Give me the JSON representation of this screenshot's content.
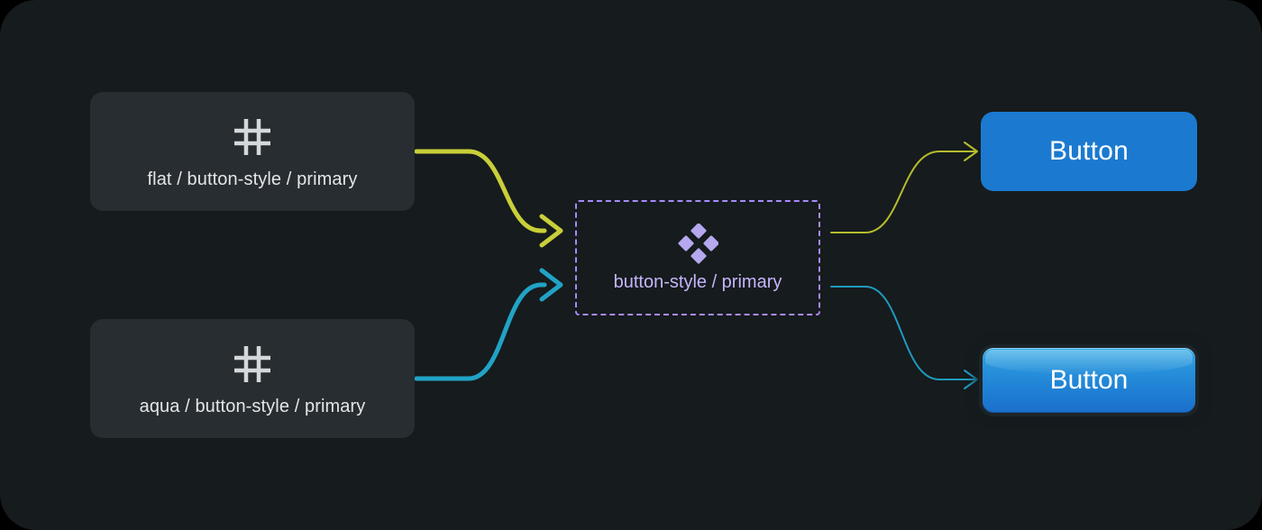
{
  "page": {
    "background": "#161b1d",
    "title": "button-style token flow diagram"
  },
  "source_cards": [
    {
      "id": "flat",
      "icon": "hash-icon",
      "label": "flat / button-style / primary",
      "background": "#282d31",
      "label_color": "#e3e6e8"
    },
    {
      "id": "aqua",
      "icon": "hash-icon",
      "label": "aqua / button-style / primary",
      "background": "#282d31",
      "label_color": "#e3e6e8"
    }
  ],
  "center_node": {
    "icon": "diamond-cluster-icon",
    "label": "button-style / primary",
    "border_color": "#a78bfa",
    "border_style": "dashed",
    "label_color": "#c4b5fd",
    "icon_color": "#b5a8ef"
  },
  "results": [
    {
      "id": "flat-button",
      "label": "Button",
      "style": "flat",
      "fill": "#1b7ad0",
      "text_color": "#ffffff"
    },
    {
      "id": "aqua-button",
      "label": "Button",
      "style": "aqua",
      "fill_top": "#35ade6",
      "fill_bottom": "#1a6fcb",
      "text_color": "#ffffff"
    }
  ],
  "edges": [
    {
      "id": "flat-to-style",
      "from": "flat-card",
      "to": "center-node",
      "color": "#c9cf38",
      "width": 5,
      "arrow": true
    },
    {
      "id": "aqua-to-style",
      "from": "aqua-card",
      "to": "center-node",
      "color": "#21a3c6",
      "width": 5,
      "arrow": true
    },
    {
      "id": "style-to-flat-button",
      "from": "center-node",
      "to": "flat-button",
      "color": "#b5bd2e",
      "width": 2,
      "arrow": true
    },
    {
      "id": "style-to-aqua-button",
      "from": "center-node",
      "to": "aqua-button",
      "color": "#1e9bbd",
      "width": 2,
      "arrow": true
    }
  ]
}
